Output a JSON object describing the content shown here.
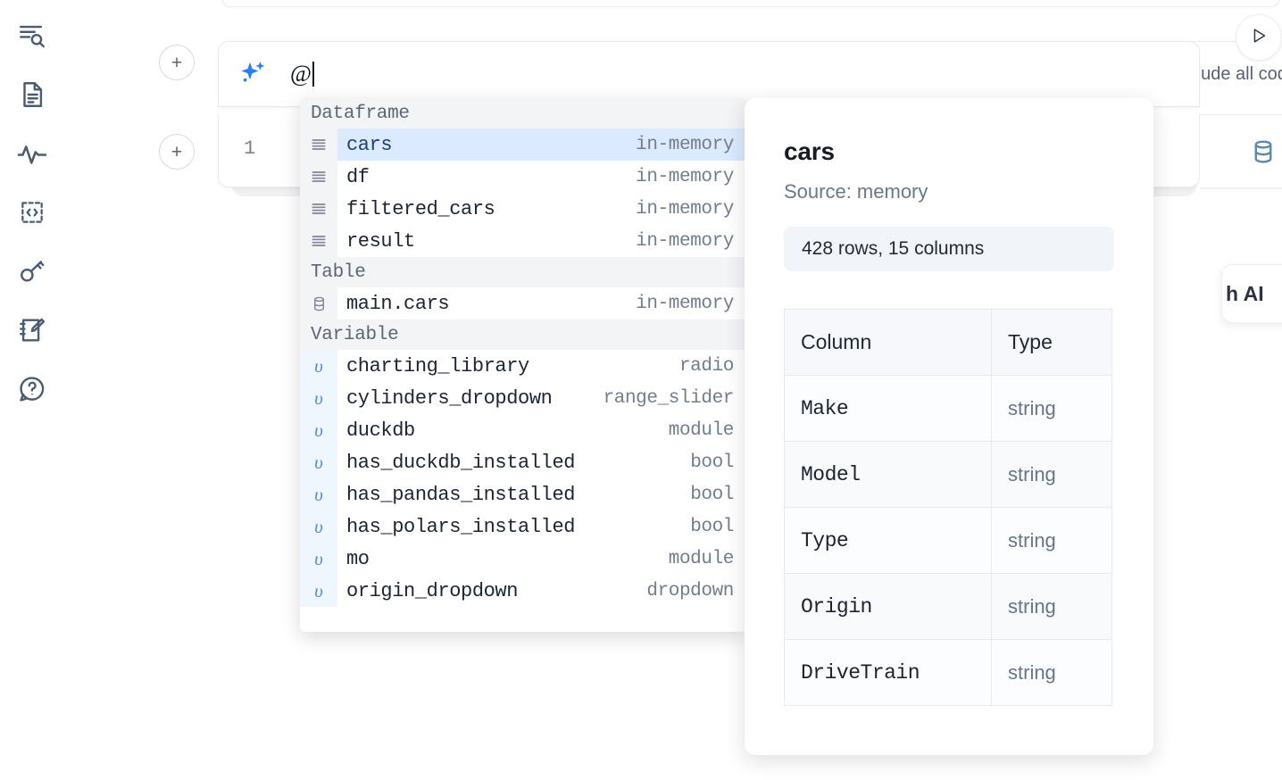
{
  "sidebar": {
    "items": [
      {
        "icon": "outline-search-icon",
        "label": "Outline"
      },
      {
        "icon": "document-icon",
        "label": "Notebook files"
      },
      {
        "icon": "activity-pulse-icon",
        "label": "Activity"
      },
      {
        "icon": "code-snippet-icon",
        "label": "Snippets"
      },
      {
        "icon": "key-icon",
        "label": "Secrets"
      },
      {
        "icon": "scratchpad-edit-icon",
        "label": "Scratchpad"
      },
      {
        "icon": "help-chat-icon",
        "label": "Help"
      }
    ]
  },
  "toolbar": {
    "run_icon": "play-icon",
    "stop_icon": "stop-icon",
    "include_all_code_label": "Include all code",
    "database_icon": "database-icon",
    "markdown_icon": "markdown-icon"
  },
  "ai_cell": {
    "sparkle_icon": "sparkle-ai-icon",
    "input_value": "@",
    "add_button_label": "+"
  },
  "code_cell": {
    "line_number": "1"
  },
  "ai_card": {
    "label": "h AI"
  },
  "autocomplete": {
    "sections": [
      {
        "title": "Dataframe",
        "items": [
          {
            "icon": "dataframe-icon",
            "name": "cars",
            "type": "in-memory",
            "selected": true,
            "kind": "df"
          },
          {
            "icon": "dataframe-icon",
            "name": "df",
            "type": "in-memory",
            "selected": false,
            "kind": "df"
          },
          {
            "icon": "dataframe-icon",
            "name": "filtered_cars",
            "type": "in-memory",
            "selected": false,
            "kind": "df"
          },
          {
            "icon": "dataframe-icon",
            "name": "result",
            "type": "in-memory",
            "selected": false,
            "kind": "df"
          }
        ]
      },
      {
        "title": "Table",
        "items": [
          {
            "icon": "table-database-icon",
            "name": "main.cars",
            "type": "in-memory",
            "selected": false,
            "kind": "table"
          }
        ]
      },
      {
        "title": "Variable",
        "items": [
          {
            "icon": "variable-icon",
            "name": "charting_library",
            "type": "radio",
            "selected": false,
            "kind": "var"
          },
          {
            "icon": "variable-icon",
            "name": "cylinders_dropdown",
            "type": "range_slider",
            "selected": false,
            "kind": "var"
          },
          {
            "icon": "variable-icon",
            "name": "duckdb",
            "type": "module",
            "selected": false,
            "kind": "var"
          },
          {
            "icon": "variable-icon",
            "name": "has_duckdb_installed",
            "type": "bool",
            "selected": false,
            "kind": "var"
          },
          {
            "icon": "variable-icon",
            "name": "has_pandas_installed",
            "type": "bool",
            "selected": false,
            "kind": "var"
          },
          {
            "icon": "variable-icon",
            "name": "has_polars_installed",
            "type": "bool",
            "selected": false,
            "kind": "var"
          },
          {
            "icon": "variable-icon",
            "name": "mo",
            "type": "module",
            "selected": false,
            "kind": "var"
          },
          {
            "icon": "variable-icon",
            "name": "origin_dropdown",
            "type": "dropdown",
            "selected": false,
            "kind": "var"
          }
        ]
      }
    ],
    "variable_glyph": "υ"
  },
  "info_panel": {
    "title": "cars",
    "source": "Source: memory",
    "shape": "428 rows, 15 columns",
    "columns_header": "Column",
    "type_header": "Type",
    "rows": [
      {
        "column": "Make",
        "type": "string"
      },
      {
        "column": "Model",
        "type": "string"
      },
      {
        "column": "Type",
        "type": "string"
      },
      {
        "column": "Origin",
        "type": "string"
      },
      {
        "column": "DriveTrain",
        "type": "string"
      }
    ]
  }
}
